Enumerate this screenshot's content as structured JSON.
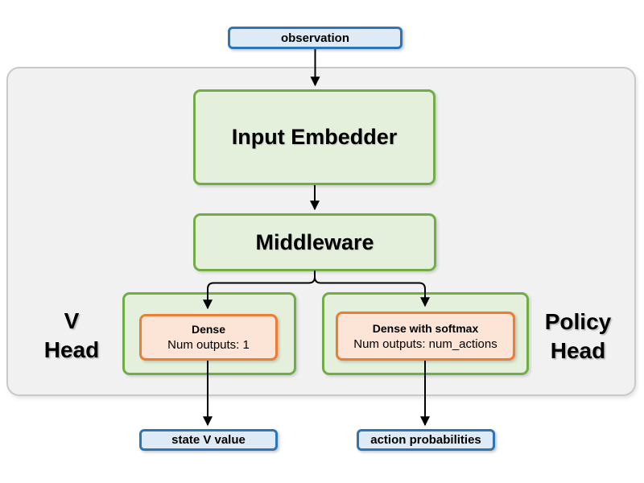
{
  "diagram": {
    "title_semantic": "reinforcement-learning network architecture diagram",
    "input_node": {
      "label": "observation"
    },
    "blocks": {
      "input_embedder": {
        "label": "Input Embedder"
      },
      "middleware": {
        "label": "Middleware"
      },
      "v_head": {
        "group_label": "V\nHead",
        "dense_title": "Dense",
        "dense_subtitle": "Num outputs: 1"
      },
      "policy_head": {
        "group_label": "Policy\nHead",
        "dense_title": "Dense with softmax",
        "dense_subtitle": "Num outputs: num_actions"
      }
    },
    "outputs": {
      "state_value": {
        "label": "state V value"
      },
      "action_probabilities": {
        "label": "action probabilities"
      }
    },
    "colors": {
      "blue_fill": "#deebf7",
      "blue_border": "#2e75b6",
      "green_fill": "#e4f0dc",
      "green_border": "#70ad47",
      "orange_fill": "#fce4d6",
      "orange_border": "#ed7d31",
      "container_fill": "#f1f1f2",
      "container_border": "#c9c9c9",
      "arrow": "#000000"
    }
  }
}
